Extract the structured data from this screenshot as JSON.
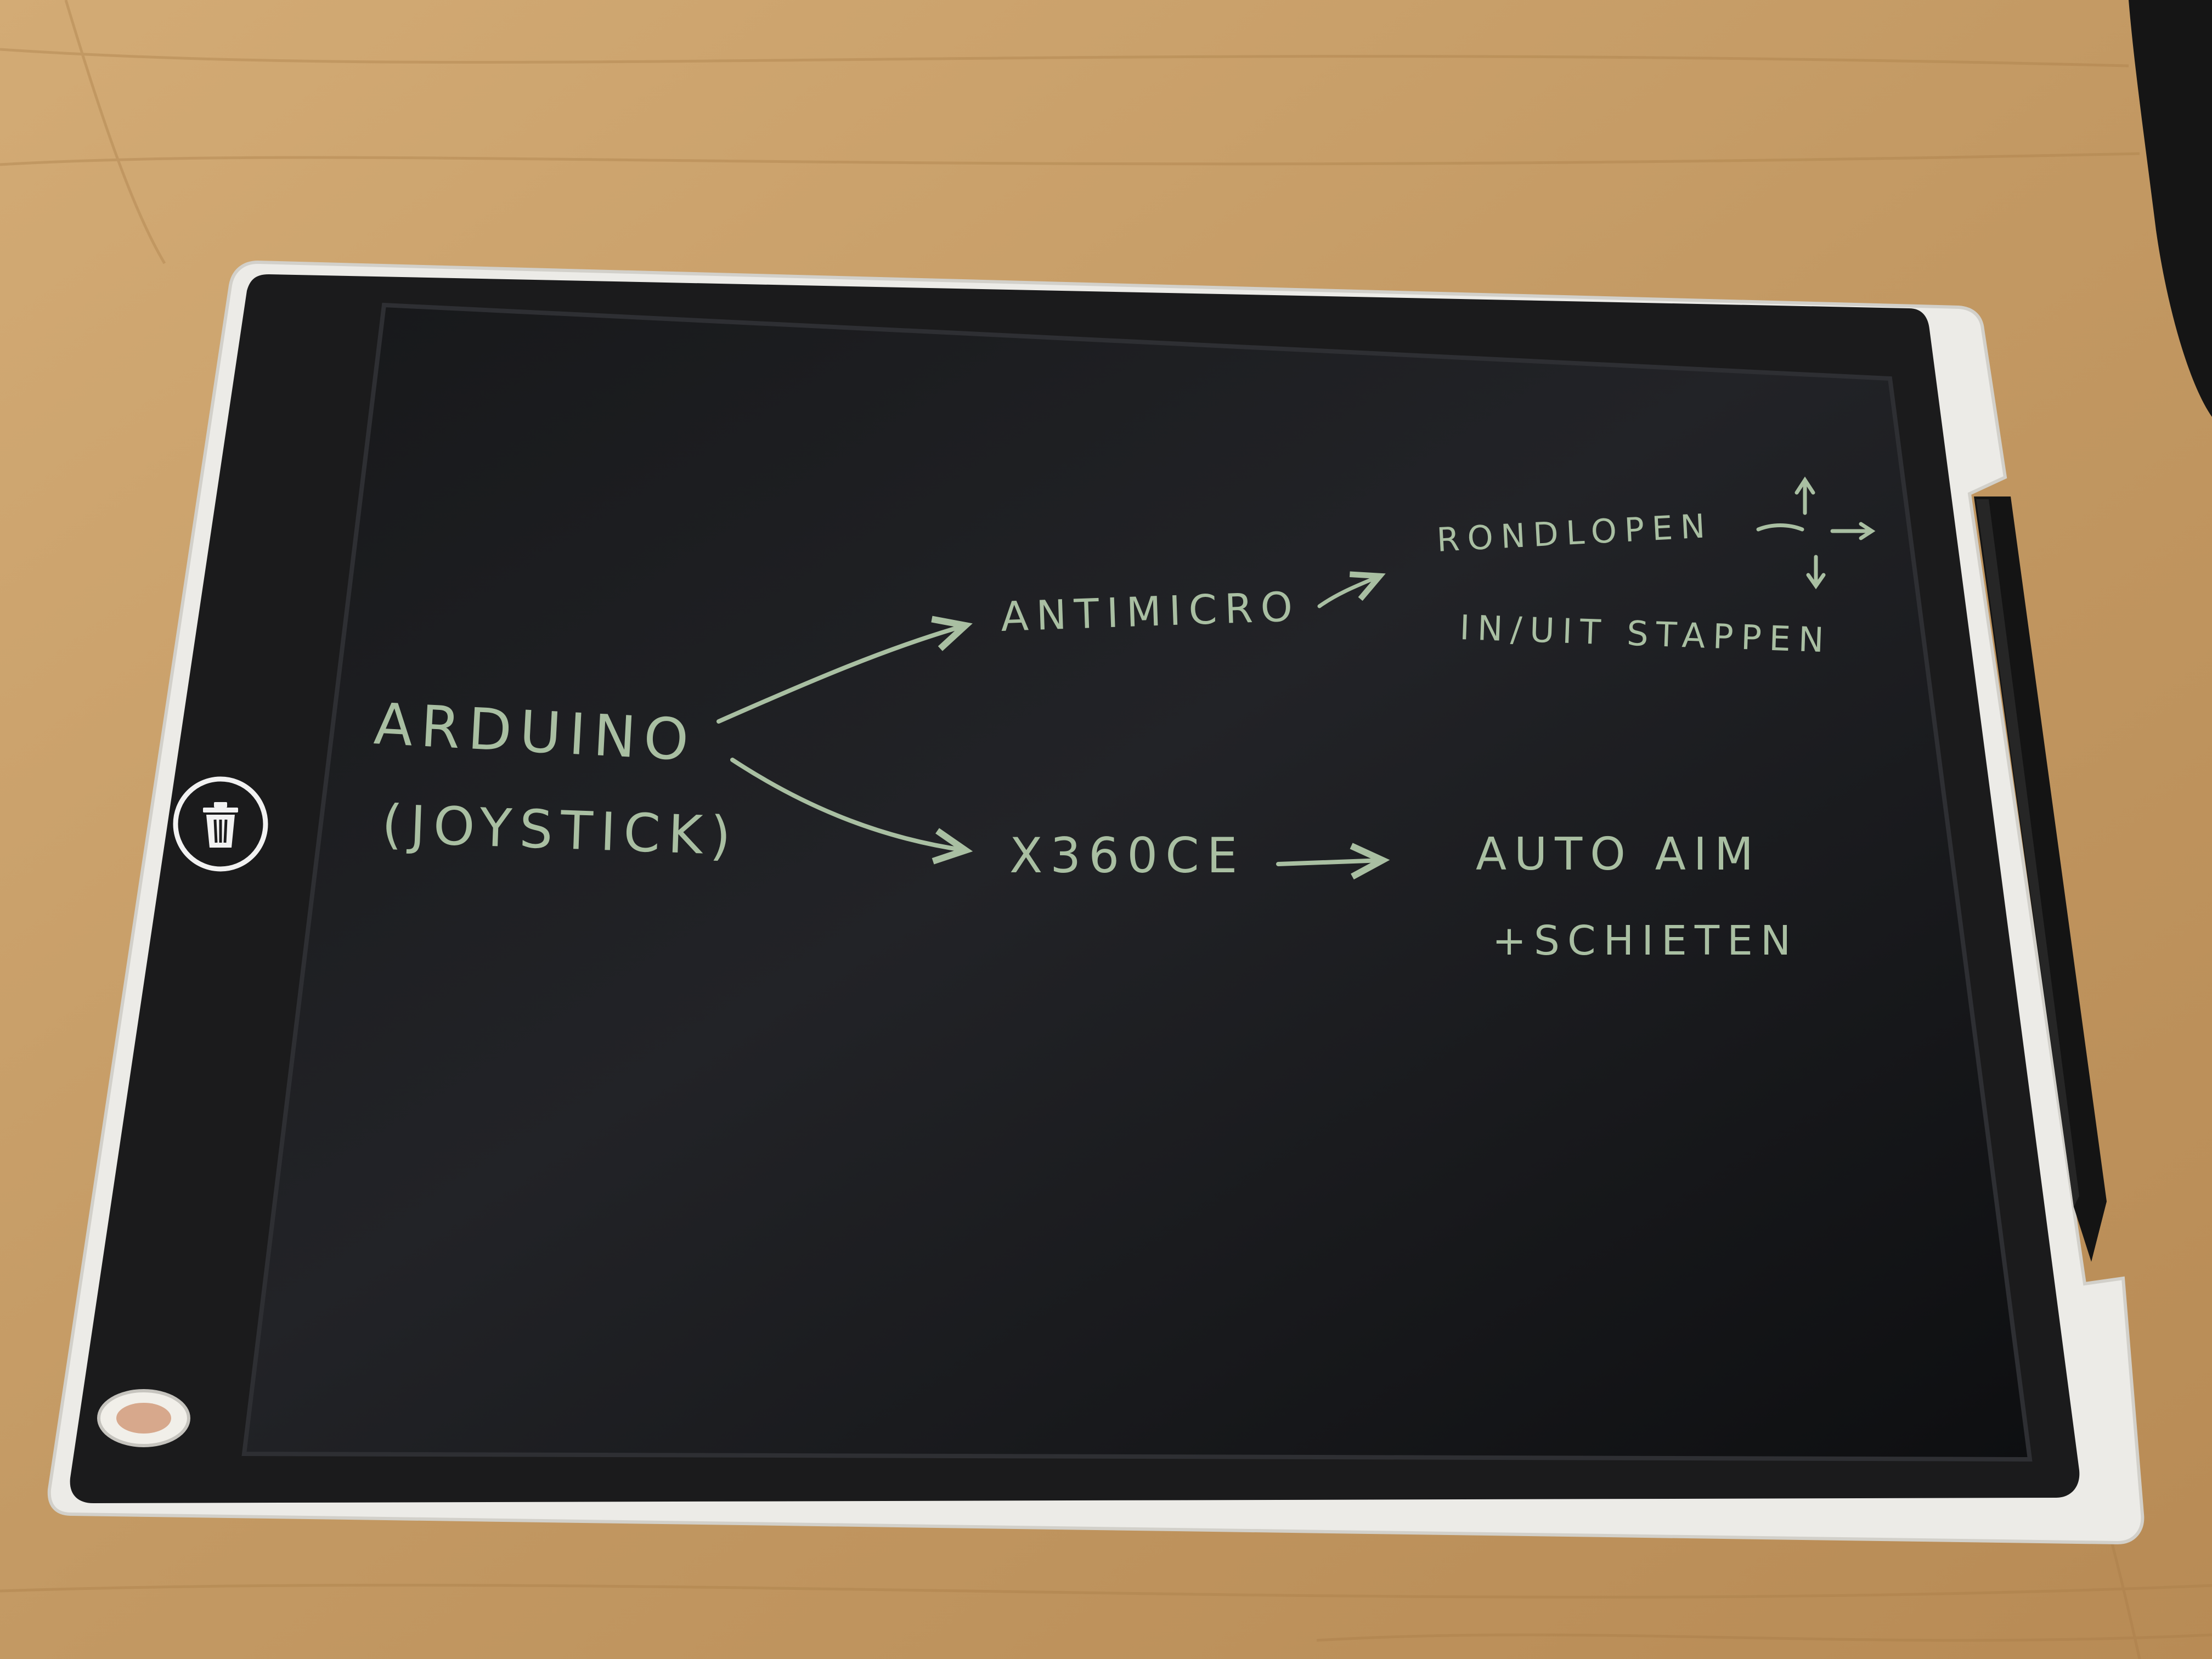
{
  "colors": {
    "desk": "#c49a63",
    "tablet_frame": "#ecebe7",
    "tablet_bezel": "#1b1b1c",
    "screen": "#121315",
    "ink": "#a9bfa2",
    "stylus": "#141414"
  },
  "tablet": {
    "clear_button_icon": "trash-icon",
    "lock_switch_icon": "lock-switch-icon"
  },
  "notes": {
    "arduino": "ARDUINO",
    "joystick": "(JOYSTICK)",
    "antimicro": "ANTIMICRO",
    "x360ce": "X360CE",
    "rondlopen": "RONDLOPEN",
    "in_uit_stappen": "IN/UIT STAPPEN",
    "auto_aim": "AUTO AIM",
    "schieten": "+SCHIETEN"
  }
}
